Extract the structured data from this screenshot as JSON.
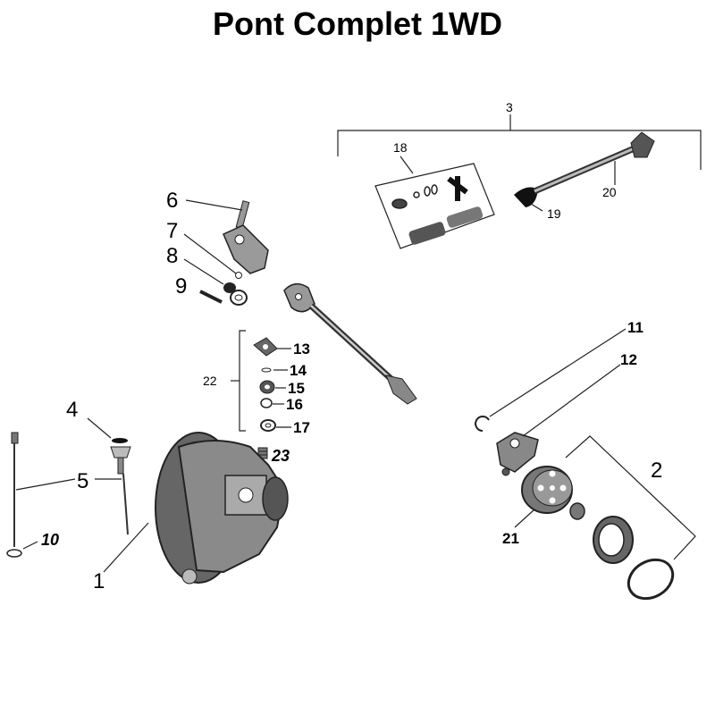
{
  "title": "Pont Complet 1WD",
  "labels": {
    "l1": "1",
    "l2": "2",
    "l3": "3",
    "l4": "4",
    "l5": "5",
    "l6": "6",
    "l7": "7",
    "l8": "8",
    "l9": "9",
    "l10": "10",
    "l11": "11",
    "l12": "12",
    "l13": "13",
    "l14": "14",
    "l15": "15",
    "l16": "16",
    "l17": "17",
    "l18": "18",
    "l19": "19",
    "l20": "20",
    "l21": "21",
    "l22": "22",
    "l23": "23"
  }
}
